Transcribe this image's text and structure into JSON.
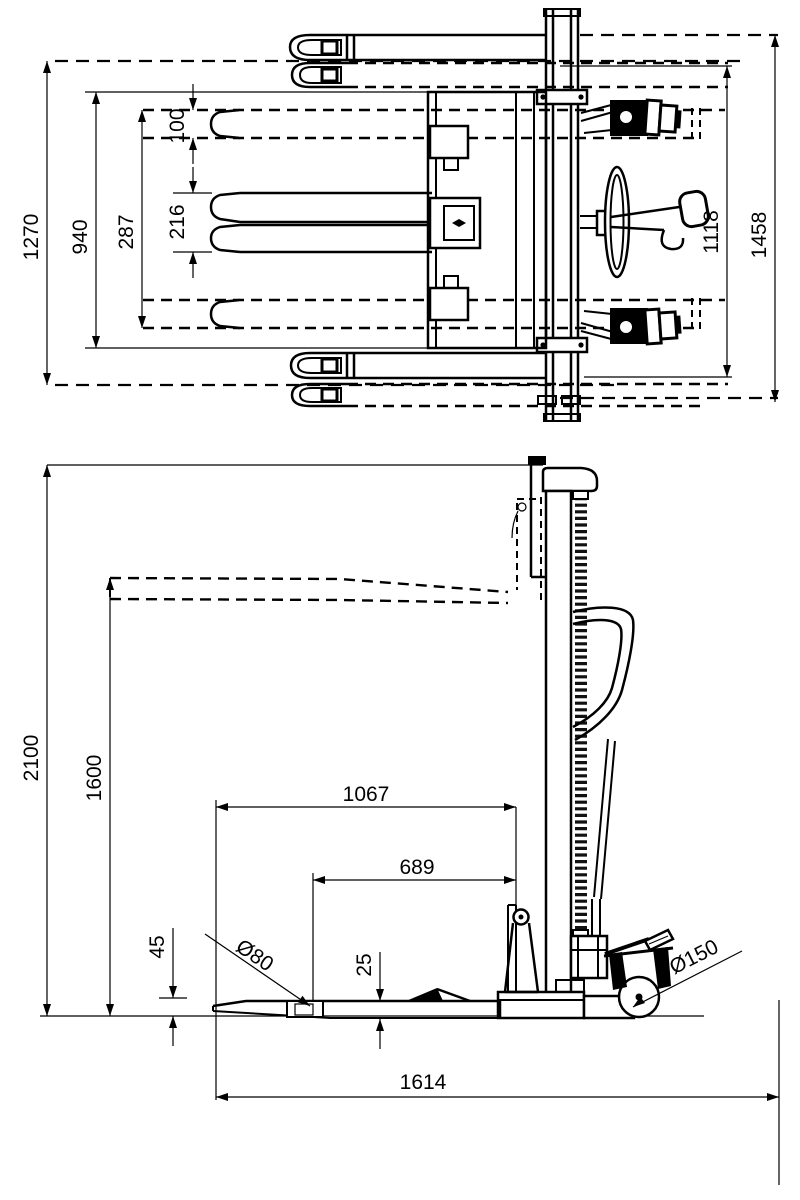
{
  "drawing": {
    "subject": "manual pallet stacker two-view technical drawing",
    "line_color": "#000000",
    "background_color": "#ffffff"
  },
  "top_view": {
    "dims": {
      "d1270": "1270",
      "d940": "940",
      "d287": "287",
      "d216": "216",
      "d100": "100",
      "d1118": "1118",
      "d1458": "1458"
    }
  },
  "side_view": {
    "dims": {
      "d2100": "2100",
      "d1600": "1600",
      "d1067": "1067",
      "d689": "689",
      "d45": "45",
      "d80": "Ø80",
      "d25": "25",
      "d150": "Ø150",
      "d1614": "1614"
    }
  }
}
